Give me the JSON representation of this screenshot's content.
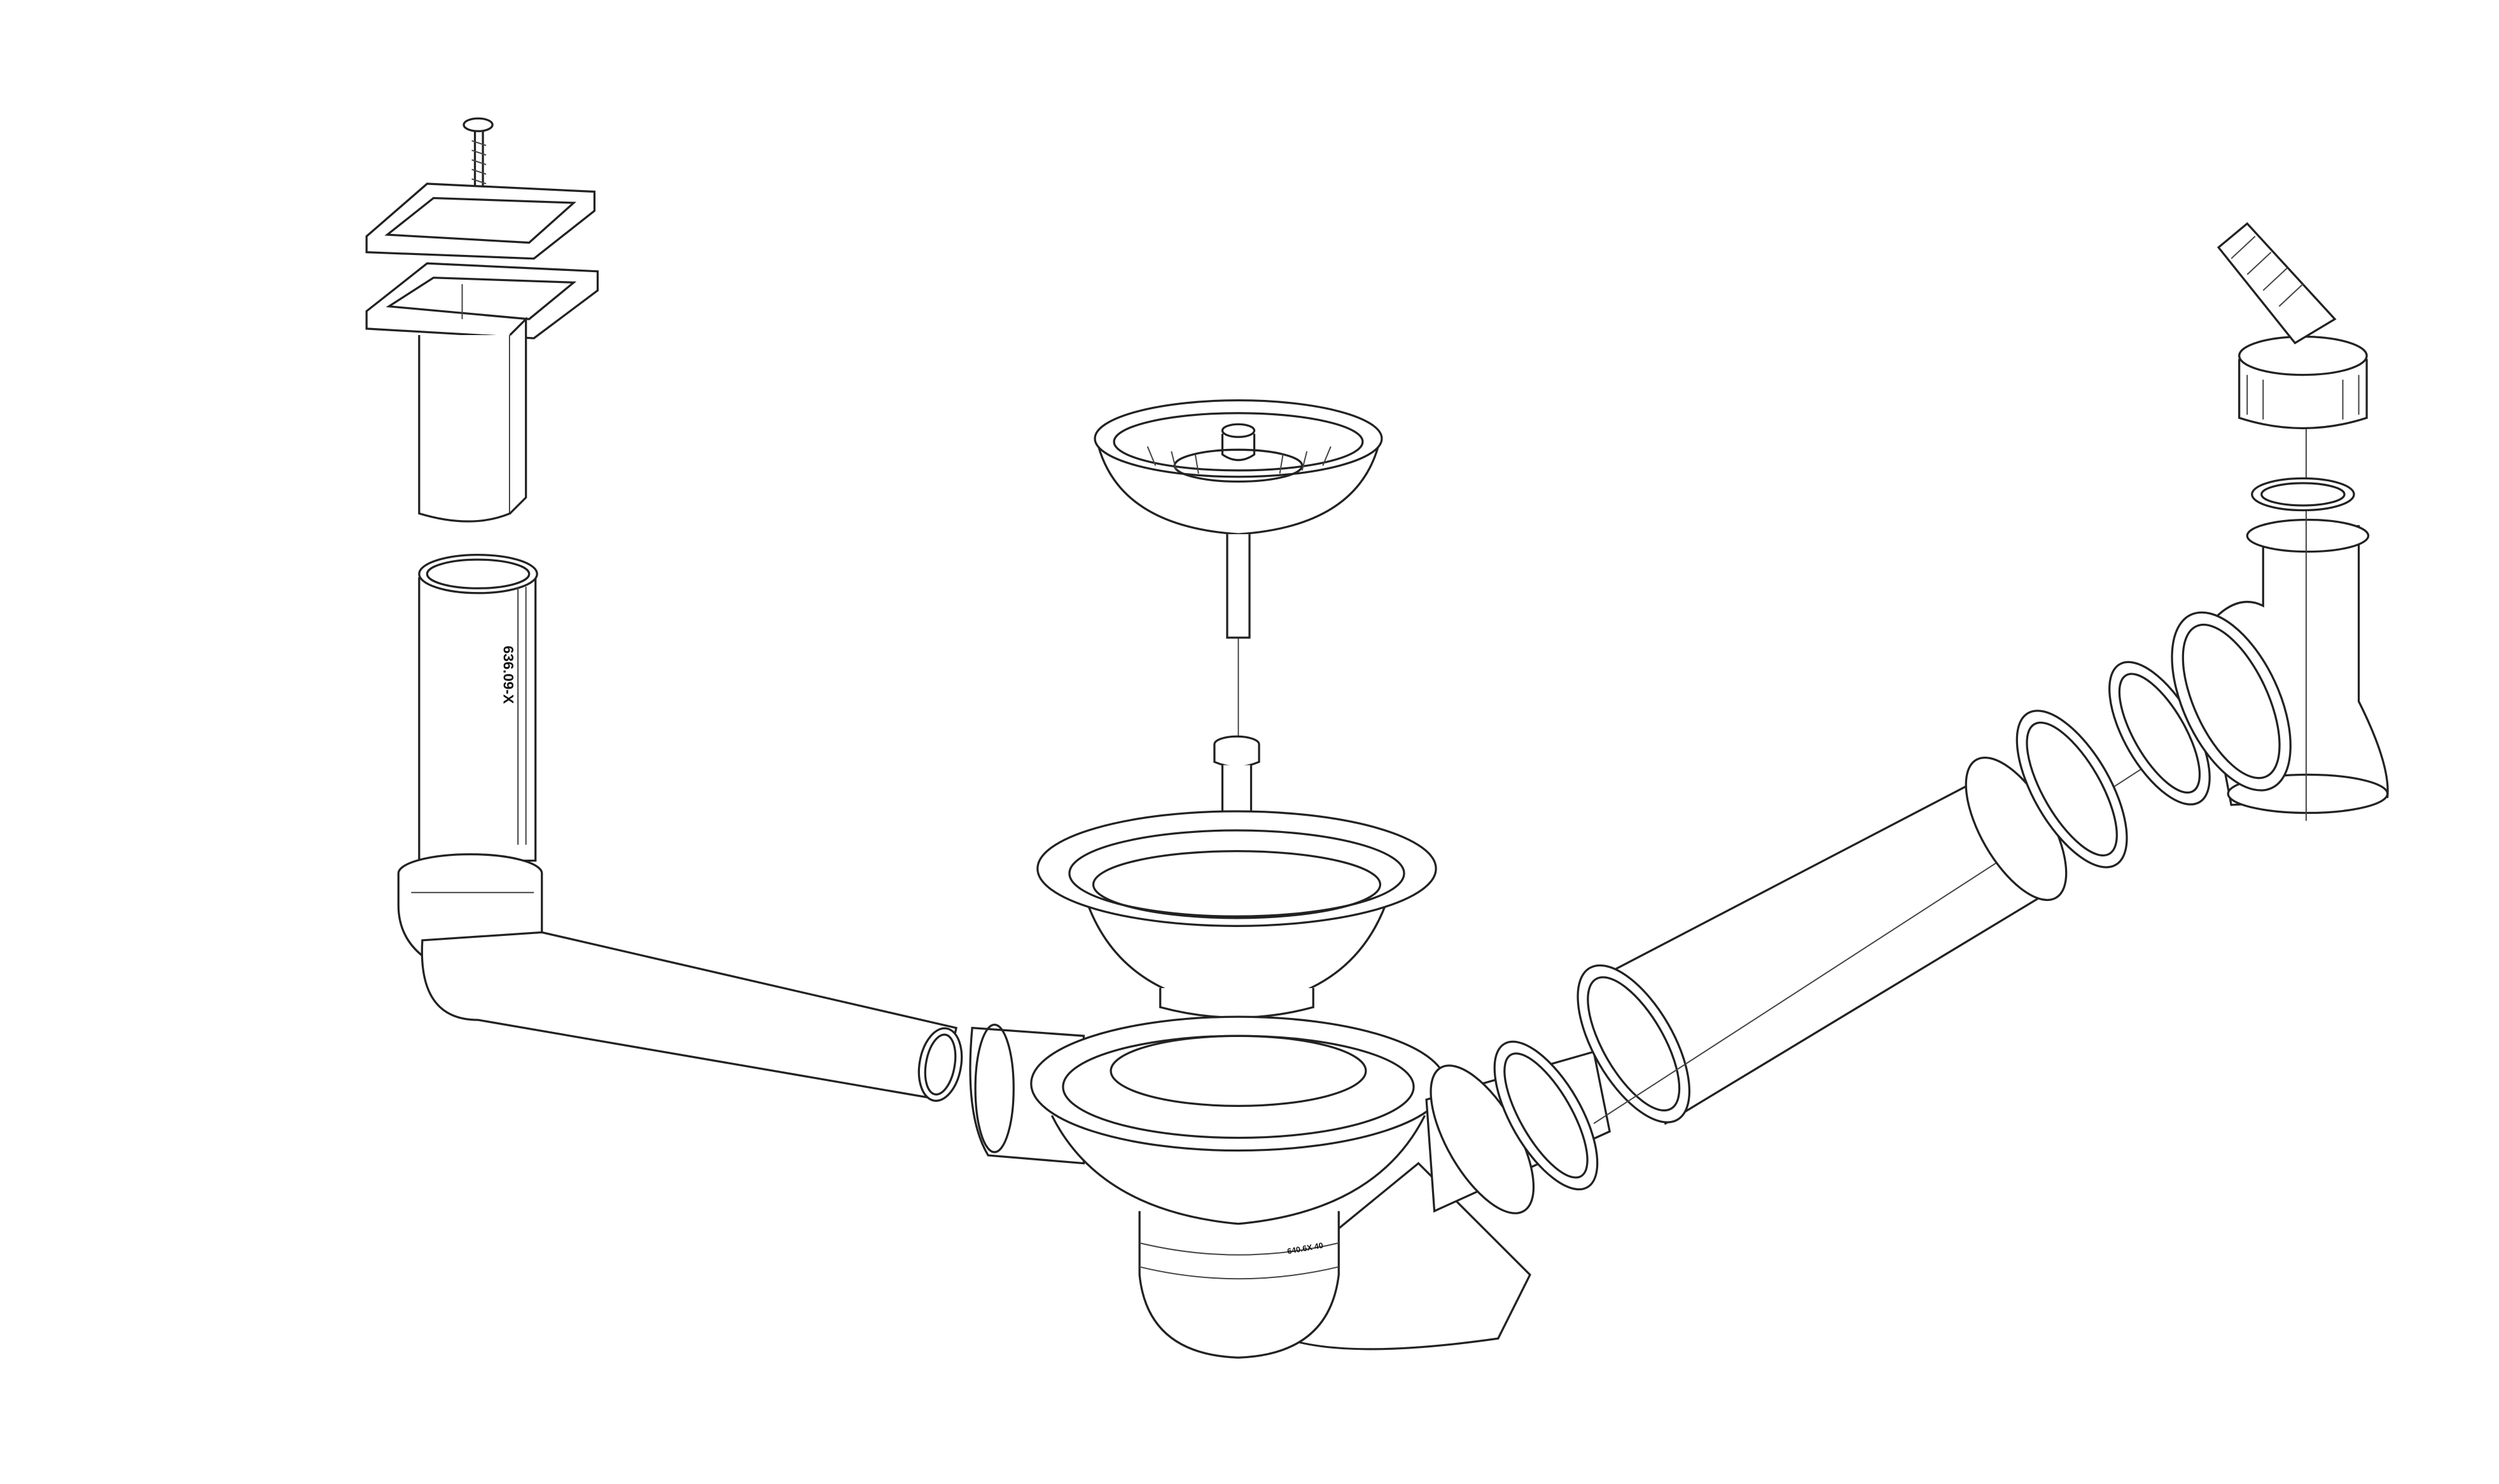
{
  "diagram": {
    "type": "exploded technical drawing - sink drain assembly",
    "part_labels": {
      "overflow_pipe_code": "636.09-X",
      "drain_body_code": "640.6X 40"
    },
    "colors": {
      "line": "#222222",
      "background": "#ffffff"
    }
  }
}
